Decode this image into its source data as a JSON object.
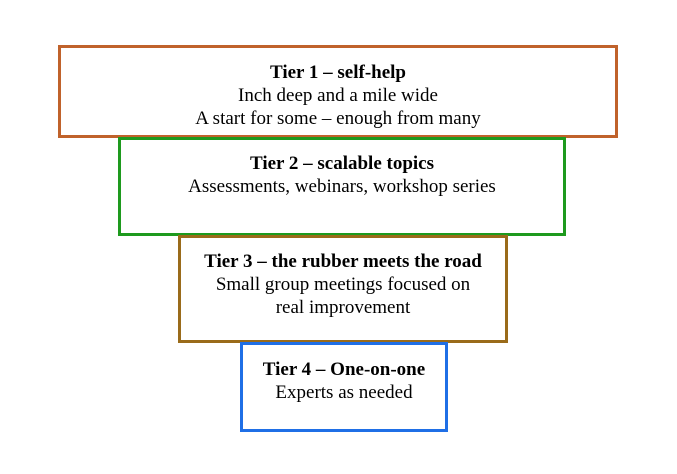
{
  "tiers": [
    {
      "title": "Tier 1 – self-help",
      "lines": [
        "Inch deep and a mile wide",
        "A start for some – enough from many"
      ],
      "border_color": "#C0622B"
    },
    {
      "title": "Tier 2 – scalable topics",
      "lines": [
        "Assessments, webinars, workshop series"
      ],
      "border_color": "#1E9A1E"
    },
    {
      "title": "Tier 3 – the rubber meets the road",
      "lines": [
        "Small group meetings focused on",
        "real improvement"
      ],
      "border_color": "#9A6B1A"
    },
    {
      "title": "Tier 4 – One-on-one",
      "lines": [
        "Experts as needed"
      ],
      "border_color": "#1F6FE6"
    }
  ]
}
